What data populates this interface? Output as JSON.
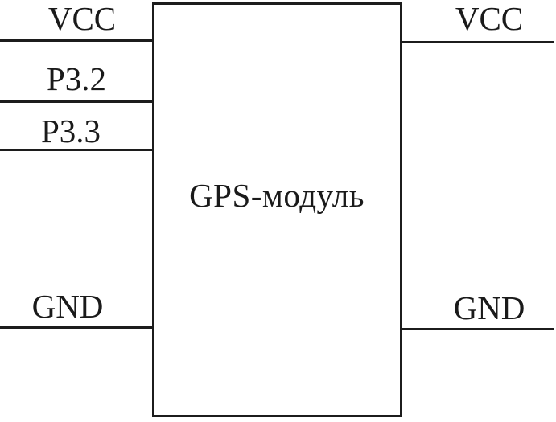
{
  "diagram": {
    "block": {
      "label": "GPS-модуль"
    },
    "left_pins": [
      {
        "label": "VCC"
      },
      {
        "label": "P3.2"
      },
      {
        "label": "P3.3"
      },
      {
        "label": "GND"
      }
    ],
    "right_pins": [
      {
        "label": "VCC"
      },
      {
        "label": "GND"
      }
    ],
    "colors": {
      "line": "#1c1c1c",
      "background": "#ffffff",
      "text": "#1a1a1a"
    }
  }
}
